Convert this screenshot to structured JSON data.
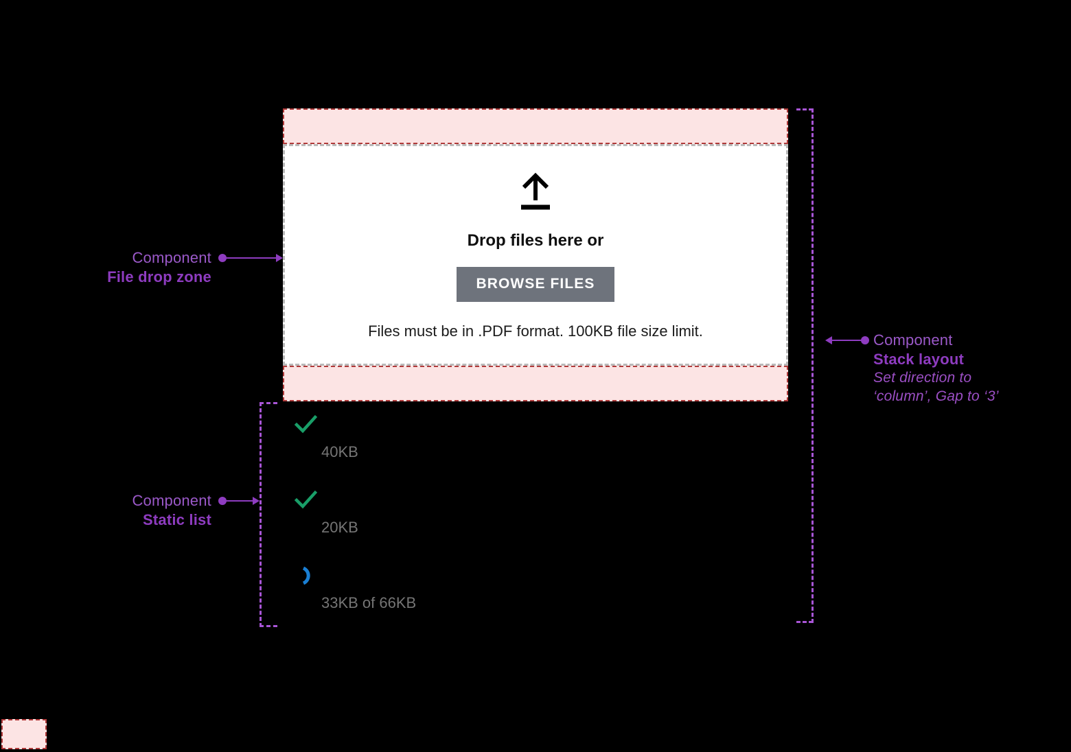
{
  "colors": {
    "annotation_purple": "#8e3cc0",
    "padding_pink": "#fce4e4",
    "padding_border": "#b03a3a",
    "dropzone_border": "#b9b9b9",
    "button_gray": "#6e737c",
    "success_green": "#199e68",
    "spinner_blue": "#1a7fd4",
    "meta_gray": "#757575",
    "canvas": "#000000"
  },
  "annotations": {
    "file_drop_zone": {
      "kind": "Component",
      "name": "File drop zone"
    },
    "stack_layout": {
      "kind": "Component",
      "name": "Stack layout",
      "note_line_1": "Set direction to",
      "note_line_2": "‘column’, Gap to ‘3’"
    },
    "static_list": {
      "kind": "Component",
      "name": "Static list"
    }
  },
  "drop_zone": {
    "upload_icon": "upload-arrow-icon",
    "title": "Drop files here or",
    "browse_button_label": "BROWSE FILES",
    "help_text": "Files must be in .PDF format. 100KB file size limit."
  },
  "file_list": [
    {
      "status_icon": "check-icon",
      "status": "complete",
      "meta": "40KB"
    },
    {
      "status_icon": "check-icon",
      "status": "complete",
      "meta": "20KB"
    },
    {
      "status_icon": "spinner-icon",
      "status": "uploading",
      "meta": "33KB of 66KB"
    }
  ]
}
